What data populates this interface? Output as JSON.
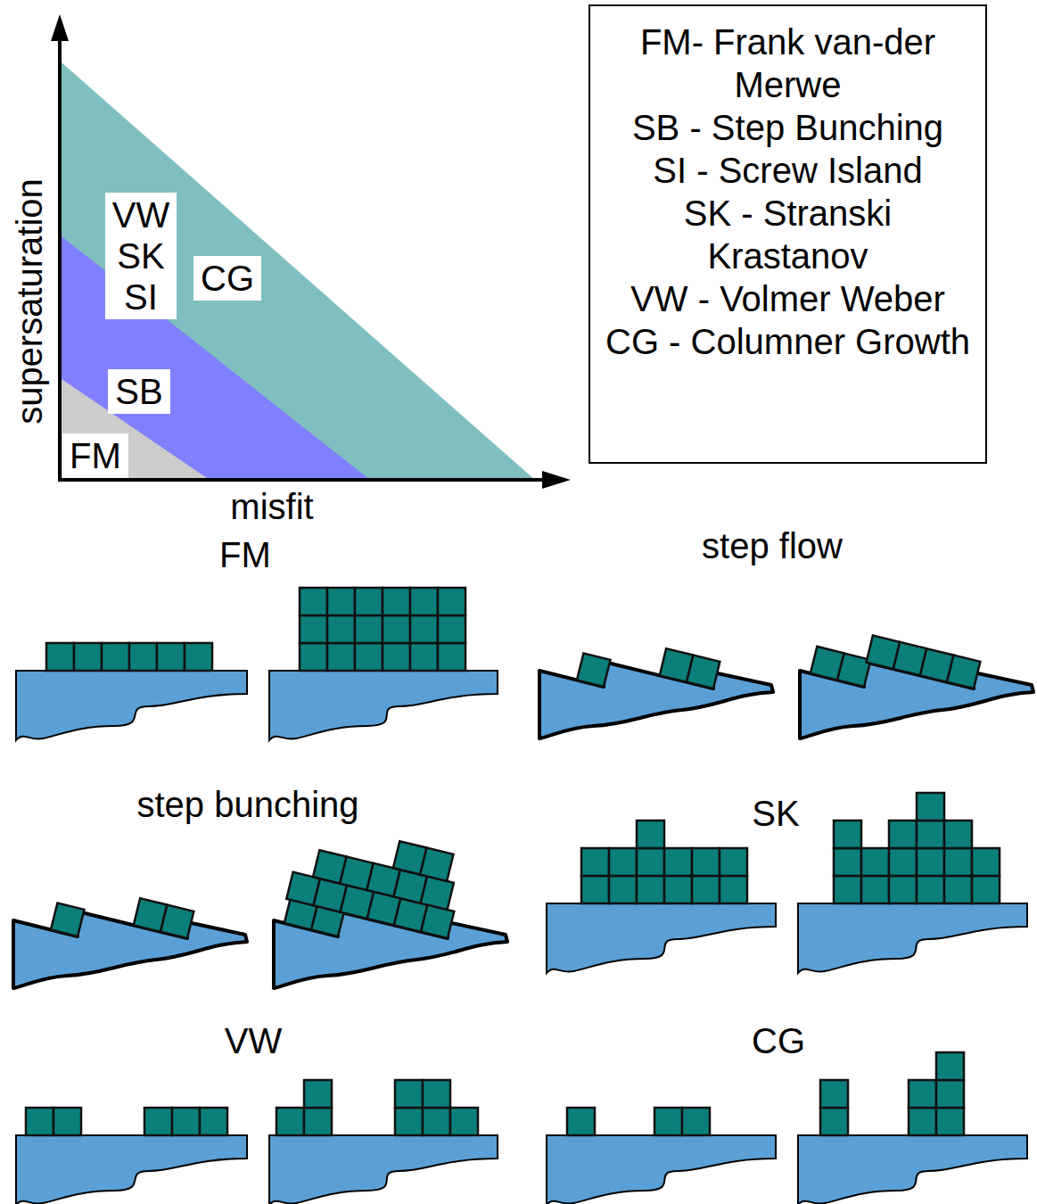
{
  "diagram": {
    "nodes": [
      {
        "text": [
          "VW",
          "SK",
          "SI"
        ]
      },
      {
        "text": [
          "CG"
        ]
      },
      {
        "text": [
          "SB"
        ]
      },
      {
        "text": [
          "FM"
        ]
      }
    ],
    "labels": [
      "supersaturation",
      "misfit",
      "FM",
      "step flow",
      "step bunching",
      "SK",
      "VW",
      "CG"
    ],
    "legend": [
      {
        "text": "FM- Frank van-der Merwe"
      },
      {
        "text": "SB - Step Bunching"
      },
      {
        "text": "SI - Screw Island"
      },
      {
        "text": "SK - Stranski Krastanov"
      },
      {
        "text": "VW - Volmer Weber"
      },
      {
        "text": "CG - Columner Growth"
      }
    ]
  }
}
